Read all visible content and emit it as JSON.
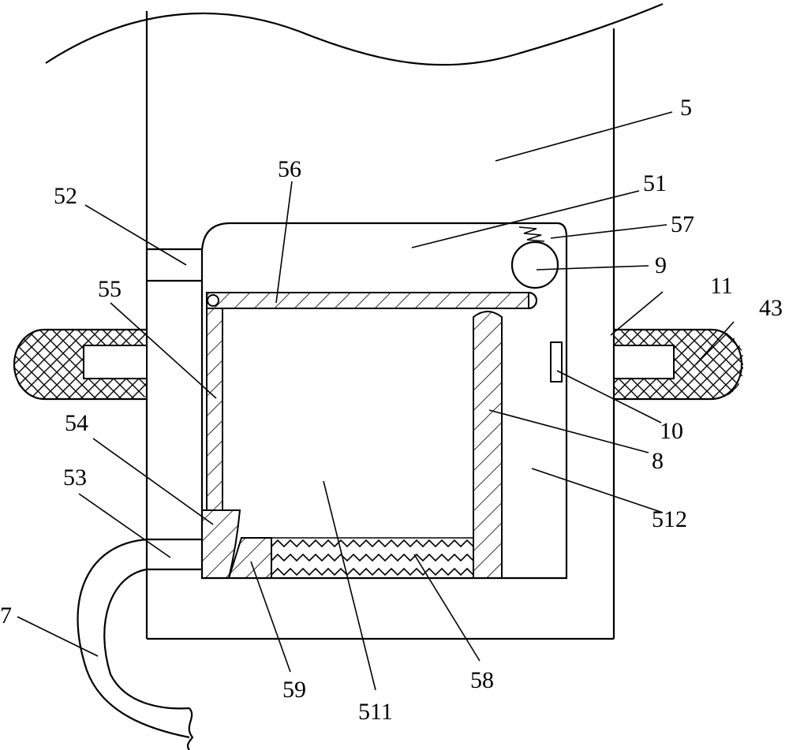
{
  "labels": {
    "l5": "5",
    "l51": "51",
    "l52": "52",
    "l53": "53",
    "l54": "54",
    "l55": "55",
    "l56": "56",
    "l57": "57",
    "l58": "58",
    "l59": "59",
    "l511": "511",
    "l512": "512",
    "l7": "7",
    "l8": "8",
    "l9": "9",
    "l10": "10",
    "l11": "11",
    "l43": "43"
  },
  "colors": {
    "stroke": "#000000",
    "background": "#ffffff"
  }
}
